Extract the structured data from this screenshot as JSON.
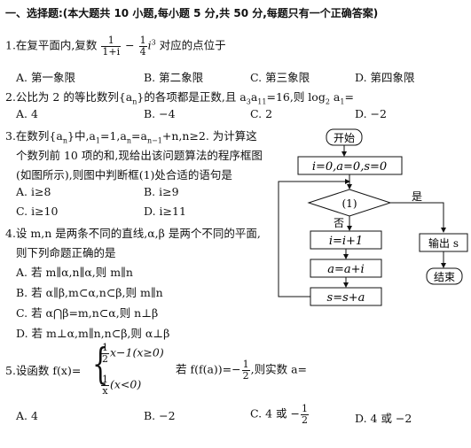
{
  "section_title": "一、选择题:(本大题共 10 小题,每小题 5 分,共 50 分,每题只有一个正确答案)",
  "q1": {
    "pre": "1.在复平面内,复数",
    "f1_num": "1",
    "f1_den": "1+i",
    "minus": "−",
    "f2_num": "1",
    "f2_den": "4",
    "i3": "i",
    "i3_sup": "3",
    "post": "对应的点位于",
    "options": [
      "A. 第一象限",
      "B. 第二象限",
      "C. 第三象限",
      "D. 第四象限"
    ]
  },
  "q2": {
    "text": "2.公比为 2 的等比数列{a",
    "text_sub": "n",
    "text2": "}的各项都是正数,且 a",
    "sub3": "3",
    "a11": "a",
    "sub11": "11",
    "text3": "=16,则 log",
    "sub2": "2",
    "text4": "a",
    "sub1": "1",
    "text5": "=",
    "options": [
      "A. 4",
      "B. −4",
      "C. 2",
      "D. −2"
    ]
  },
  "q3": {
    "line1": "3.在数列{a",
    "line1_sub": "n",
    "line1b": "}中,a",
    "line1_sub1": "1",
    "line1c": "=1,a",
    "line1_subn": "n",
    "line1d": "=a",
    "line1_subn1": "n−1",
    "line1e": "+n,n≥2. 为计算这",
    "line2": "个数列前 10 项的和,现给出该问题算法的程序框图",
    "line3": "(如图所示),则图中判断框(1)处合适的语句是",
    "options": [
      "A. i≥8",
      "B. i≥9",
      "C. i≥10",
      "D. i≥11"
    ]
  },
  "q4": {
    "line1": "4.设 m,n 是两条不同的直线,α,β 是两个不同的平面,",
    "line2": "则下列命题正确的是",
    "options": [
      "A. 若 m∥α,n∥α,则 m∥n",
      "B. 若 α∥β,m⊂α,n⊂β,则 m∥n",
      "C. 若 α⋂β=m,n⊂α,则 n⊥β",
      "D. 若 m⊥α,m∥n,n⊂β,则 α⊥β"
    ]
  },
  "q5": {
    "pre": "5.设函数 f(x)=",
    "c1_num": "1",
    "c1_den": "2",
    "c1_rest": "x−1(x≥0)",
    "c2_num": "1",
    "c2_den": "x",
    "c2_rest": "(x<0)",
    "mid": "若 f(f(a))=−",
    "mid_num": "1",
    "mid_den": "2",
    "post": ",则实数 a=",
    "options": [
      "A. 4",
      "B. −2",
      "C. 4 或 −",
      "D. 4 或 −2"
    ],
    "optC_num": "1",
    "optC_den": "2"
  },
  "flowchart": {
    "start": "开始",
    "init": "i=0,a=0,s=0",
    "cond": "(1)",
    "yes": "是",
    "no": "否",
    "step1": "i=i+1",
    "step2": "a=a+i",
    "step3": "s=s+a",
    "output": "输出 s",
    "end": "结束"
  }
}
